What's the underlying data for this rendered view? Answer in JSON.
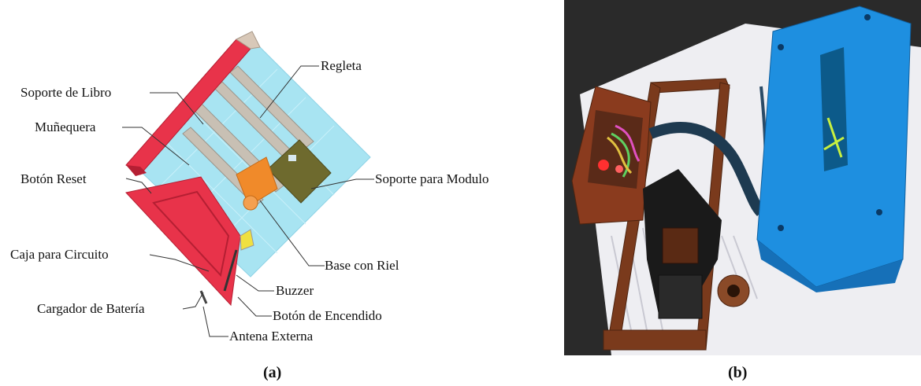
{
  "panel_a": {
    "caption": "(a)",
    "labels": {
      "regleta": "Regleta",
      "soporte_libro": "Soporte de Libro",
      "munequera": "Muñequera",
      "boton_reset": "Botón Reset",
      "soporte_modulo": "Soporte para Modulo",
      "caja_circuito": "Caja para Circuito",
      "base_riel": "Base con Riel",
      "buzzer": "Buzzer",
      "cargador_bateria": "Cargador de Batería",
      "boton_encendido": "Botón de Encendido",
      "antena_externa": "Antena Externa"
    }
  },
  "panel_b": {
    "caption": "(b)"
  },
  "colors": {
    "plate": "#a8e4f2",
    "red_part": "#e8334a",
    "rail": "#c8c0b4",
    "module": "#6e6a2e",
    "orange_base": "#f08a2a",
    "photo_blue": "#1e8fe0",
    "photo_brown": "#7a3a1c"
  }
}
